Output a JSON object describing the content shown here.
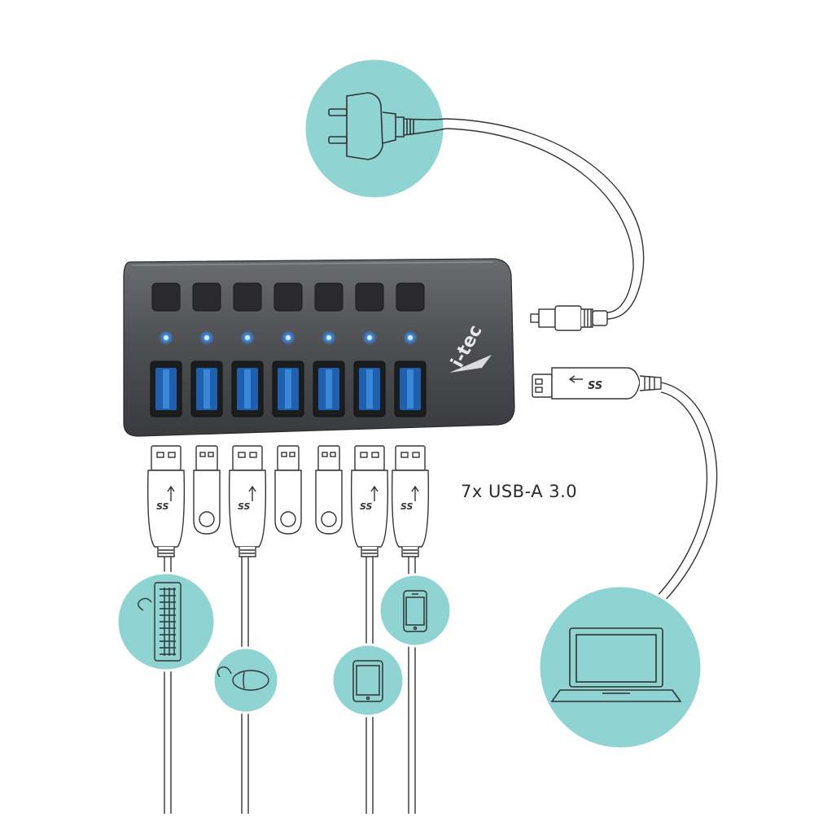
{
  "brand": {
    "name": "i-tec"
  },
  "port_caption": "7x USB-A 3.0",
  "hub": {
    "port_count": 7,
    "led_color": "#3a8cf0",
    "body_color": "#4d4f54"
  },
  "colors": {
    "circle_fill": "#8fd3d3",
    "circle_stroke": "#ffffff",
    "line_color": "#333333"
  },
  "connectors": [
    "usb-a-plug",
    "usb-flash-drive",
    "usb-a-plug",
    "usb-flash-drive",
    "usb-flash-drive",
    "usb-a-plug",
    "usb-a-plug"
  ],
  "devices": [
    {
      "icon": "power-plug-icon"
    },
    {
      "icon": "keyboard-icon"
    },
    {
      "icon": "mouse-icon"
    },
    {
      "icon": "tablet-icon"
    },
    {
      "icon": "smartphone-icon"
    },
    {
      "icon": "laptop-icon"
    }
  ]
}
